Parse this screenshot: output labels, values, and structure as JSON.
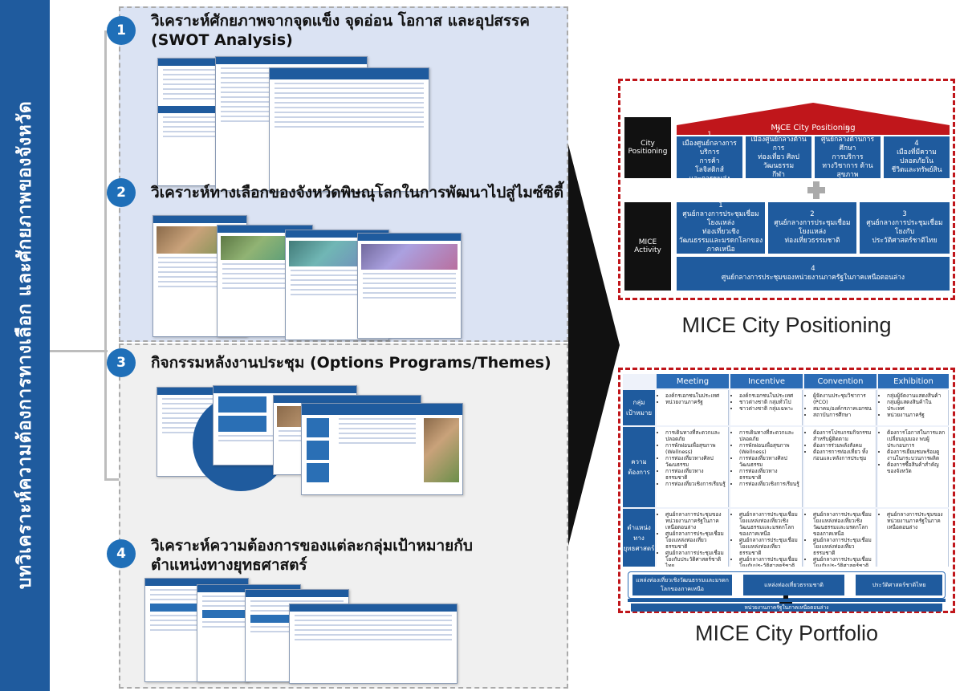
{
  "banner": {
    "text": "บทวิเคราะห์ความต้องการทางเลือก และศักยภาพของจังหวัด"
  },
  "steps": [
    {
      "num": "1",
      "title": "วิเคราะห์ศักยภาพจากจุดแข็ง จุดอ่อน โอกาส และอุปสรรค",
      "title2": "(SWOT Analysis)"
    },
    {
      "num": "2",
      "title": "วิเคราะห์ทางเลือกของจังหวัดพิษณุโลกในการพัฒนาไปสู่ไมซ์ซิตี้"
    },
    {
      "num": "3",
      "title": "กิจกรรมหลังงานประชุม (Options Programs/Themes)"
    },
    {
      "num": "4",
      "title": "วิเคราะห์ความต้องการของแต่ละกลุ่มเป้าหมายกับ",
      "title2": "ตำแหน่งทางยุทธศาสตร์"
    }
  ],
  "positioning": {
    "header": "MICE City Positioning",
    "row1_label": "City\nPositioning",
    "row1": [
      "1\nเมืองศูนย์กลางการบริการ\nการค้า\nโลจิสติกส์\nและการขนส่ง",
      "2\nเมืองศูนย์กลางด้านการ\nท่องเที่ยว ศิลปวัฒนธรรม\nกีฬา\nและนันทนาการ",
      "3\nศูนย์กลางด้านการศึกษา\nการบริการ\nทางวิชาการ ด้านสุขภาพ\nและ ICT",
      "4\nเมืองที่มีความปลอดภัยใน\nชีวิตและทรัพย์สิน"
    ],
    "row2_label": "MICE\nActivity",
    "row2": [
      "1\nศูนย์กลางการประชุมเชื่อมโยงแหล่ง\nท่องเที่ยวเชิง\nวัฒนธรรมและมรดกโลกของภาคเหนือ",
      "2\nศูนย์กลางการประชุมเชื่อมโยงแหล่ง\nท่องเที่ยวธรรมชาติ",
      "3\nศูนย์กลางการประชุมเชื่อมโยงกับ\nประวัติศาสตร์ชาติไทย"
    ],
    "row2_bottom": "4\nศูนย์กลางการประชุมของหน่วยงานภาครัฐในภาคเหนือตอนล่าง",
    "caption": "MICE City Positioning"
  },
  "portfolio": {
    "columns": [
      "Meeting",
      "Incentive",
      "Convention",
      "Exhibition"
    ],
    "rows": [
      {
        "label": "กลุ่ม\nเป้าหมาย",
        "cells": [
          [
            "องค์กรเอกชนในประเทศ",
            "หน่วยงานภาครัฐ"
          ],
          [
            "องค์กรเอกชนในประเทศ",
            "ชาวต่างชาติ กลุ่มทั่วไป",
            "ชาวต่างชาติ กลุ่มเฉพาะ"
          ],
          [
            "ผู้จัดงานประชุมวิชาการ (PCO)",
            "สมาคม/องค์กรภาคเอกชน",
            "สถาบันการศึกษา"
          ],
          [
            "กลุ่มผู้จัดงานแสดงสินค้า",
            "กลุ่มผู้แสดงสินค้าในประเทศ",
            "หน่วยงานภาครัฐ"
          ]
        ]
      },
      {
        "label": "ความ\nต้องการ",
        "cells": [
          [
            "การเดินทางที่สะดวกและปลอดภัย",
            "การพักผ่อนเพื่อสุขภาพ (Wellness)",
            "การท่องเที่ยวทางศิลปวัฒนธรรม",
            "การท่องเที่ยวทางธรรมชาติ",
            "การท่องเที่ยวเชิงการเรียนรู้"
          ],
          [
            "การเดินทางที่สะดวกและปลอดภัย",
            "การพักผ่อนเพื่อสุขภาพ (Wellness)",
            "การท่องเที่ยวทางศิลปวัฒนธรรม",
            "การท่องเที่ยวทางธรรมชาติ",
            "การท่องเที่ยวเชิงการเรียนรู้"
          ],
          [
            "ต้องการโปรแกรมกิจกรรมสำหรับผู้ติดตาม",
            "ต้องการร่วมพลังสังคม",
            "ต้องการการท่องเที่ยว ทั้งก่อนและหลังการประชุม"
          ],
          [
            "ต้องการโอกาสในการแลกเปลี่ยนมุมมอง พบผู้ประกอบการ",
            "ต้องการเยี่ยมชมพร้อมดูงานในกระบวนการผลิต",
            "ต้องการซื้อสินค้าสำคัญของจังหวัด"
          ]
        ]
      },
      {
        "label": "ตำแหน่งทาง\nยุทธศาสตร์",
        "cells": [
          [
            "ศูนย์กลางการประชุมของหน่วยงานภาครัฐในภาคเหนือตอนล่าง",
            "ศูนย์กลางการประชุมเชื่อมโยงแหล่งท่องเที่ยวธรรมชาติ",
            "ศูนย์กลางการประชุมเชื่อมโยงกับประวัติศาสตร์ชาติไทย"
          ],
          [
            "ศูนย์กลางการประชุมเชื่อมโยงแหล่งท่องเที่ยวเชิงวัฒนธรรมและมรดกโลกของภาคเหนือ",
            "ศูนย์กลางการประชุมเชื่อมโยงแหล่งท่องเที่ยวธรรมชาติ",
            "ศูนย์กลางการประชุมเชื่อมโยงกับประวัติศาสตร์ชาติไทย"
          ],
          [
            "ศูนย์กลางการประชุมเชื่อมโยงแหล่งท่องเที่ยวเชิงวัฒนธรรมและมรดกโลกของภาคเหนือ",
            "ศูนย์กลางการประชุมเชื่อมโยงแหล่งท่องเที่ยวธรรมชาติ",
            "ศูนย์กลางการประชุมเชื่อมโยงกับประวัติศาสตร์ชาติไทย"
          ],
          [
            "ศูนย์กลางการประชุมของหน่วยงานภาครัฐในภาคเหนือตอนล่าง"
          ]
        ]
      }
    ],
    "bands": [
      "แหล่งท่องเที่ยวเชิงวัฒนธรรมและมรดกโลกของภาคเหนือ",
      "แหล่งท่องเที่ยวธรรมชาติ",
      "ประวัติศาสตร์ชาติไทย"
    ],
    "bottom_bar": "หน่วยงานภาครัฐในภาคเหนือตอนล่าง",
    "caption": "MICE City Portfolio"
  },
  "colors": {
    "primary": "#1f5b9e",
    "accent": "#c0161b",
    "step": "#1f6fb8"
  }
}
